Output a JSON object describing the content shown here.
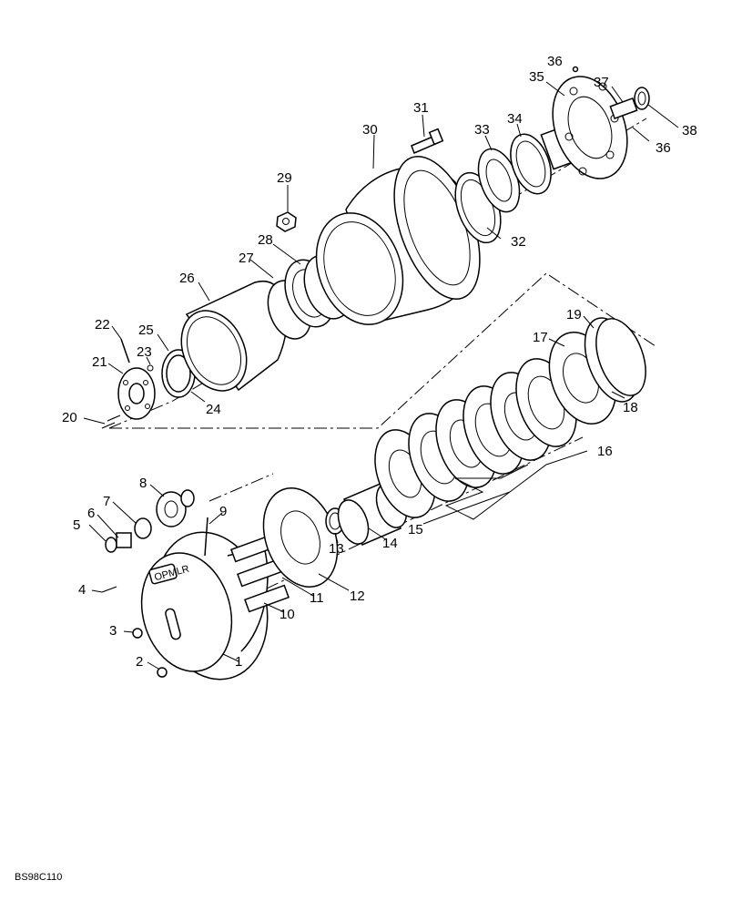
{
  "diagram": {
    "figure_code": "BS98C110",
    "callouts": [
      {
        "id": "callout-1",
        "text": "1"
      },
      {
        "id": "callout-2",
        "text": "2"
      },
      {
        "id": "callout-3",
        "text": "3"
      },
      {
        "id": "callout-4",
        "text": "4"
      },
      {
        "id": "callout-5",
        "text": "5"
      },
      {
        "id": "callout-6",
        "text": "6"
      },
      {
        "id": "callout-7",
        "text": "7"
      },
      {
        "id": "callout-8",
        "text": "8"
      },
      {
        "id": "callout-9",
        "text": "9"
      },
      {
        "id": "callout-10",
        "text": "10"
      },
      {
        "id": "callout-11",
        "text": "11"
      },
      {
        "id": "callout-12",
        "text": "12"
      },
      {
        "id": "callout-13",
        "text": "13"
      },
      {
        "id": "callout-14",
        "text": "14"
      },
      {
        "id": "callout-15",
        "text": "15"
      },
      {
        "id": "callout-16",
        "text": "16"
      },
      {
        "id": "callout-17",
        "text": "17"
      },
      {
        "id": "callout-18",
        "text": "18"
      },
      {
        "id": "callout-19",
        "text": "19"
      },
      {
        "id": "callout-20",
        "text": "20"
      },
      {
        "id": "callout-21",
        "text": "21"
      },
      {
        "id": "callout-22",
        "text": "22"
      },
      {
        "id": "callout-23",
        "text": "23"
      },
      {
        "id": "callout-24",
        "text": "24"
      },
      {
        "id": "callout-25",
        "text": "25"
      },
      {
        "id": "callout-26",
        "text": "26"
      },
      {
        "id": "callout-27",
        "text": "27"
      },
      {
        "id": "callout-28",
        "text": "28"
      },
      {
        "id": "callout-29",
        "text": "29"
      },
      {
        "id": "callout-30",
        "text": "30"
      },
      {
        "id": "callout-31",
        "text": "31"
      },
      {
        "id": "callout-32",
        "text": "32"
      },
      {
        "id": "callout-33",
        "text": "33"
      },
      {
        "id": "callout-34",
        "text": "34"
      },
      {
        "id": "callout-35",
        "text": "35"
      },
      {
        "id": "callout-36a",
        "text": "36"
      },
      {
        "id": "callout-36b",
        "text": "36"
      },
      {
        "id": "callout-37",
        "text": "37"
      },
      {
        "id": "callout-38",
        "text": "38"
      }
    ]
  }
}
